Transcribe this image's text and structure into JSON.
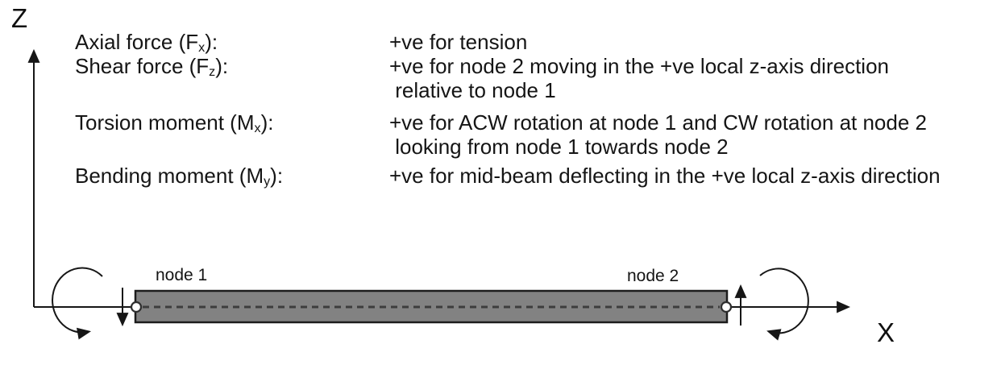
{
  "axes": {
    "z_label": "Z",
    "x_label": "X"
  },
  "beam": {
    "node1_label": "node 1",
    "node2_label": "node 2",
    "fill": "#828282",
    "outline": "#1c1c1c"
  },
  "conventions": {
    "rows": [
      {
        "term_prefix": "Axial force (F",
        "term_sub": "x",
        "term_suffix": "):",
        "lines": [
          "+ve for tension"
        ]
      },
      {
        "term_prefix": "Shear force (F",
        "term_sub": "z",
        "term_suffix": "):",
        "lines": [
          "+ve for node 2 moving in the +ve local z-axis direction",
          " relative to node 1"
        ]
      },
      {
        "term_prefix": "Torsion moment (M",
        "term_sub": "x",
        "term_suffix": "):",
        "lines": [
          "+ve for ACW rotation at node 1 and CW rotation at node 2",
          " looking from node 1 towards node 2"
        ]
      },
      {
        "term_prefix": "Bending moment (M",
        "term_sub": "y",
        "term_suffix": "):",
        "lines": [
          "+ve for mid-beam deflecting in the +ve local z-axis direction"
        ]
      }
    ]
  }
}
